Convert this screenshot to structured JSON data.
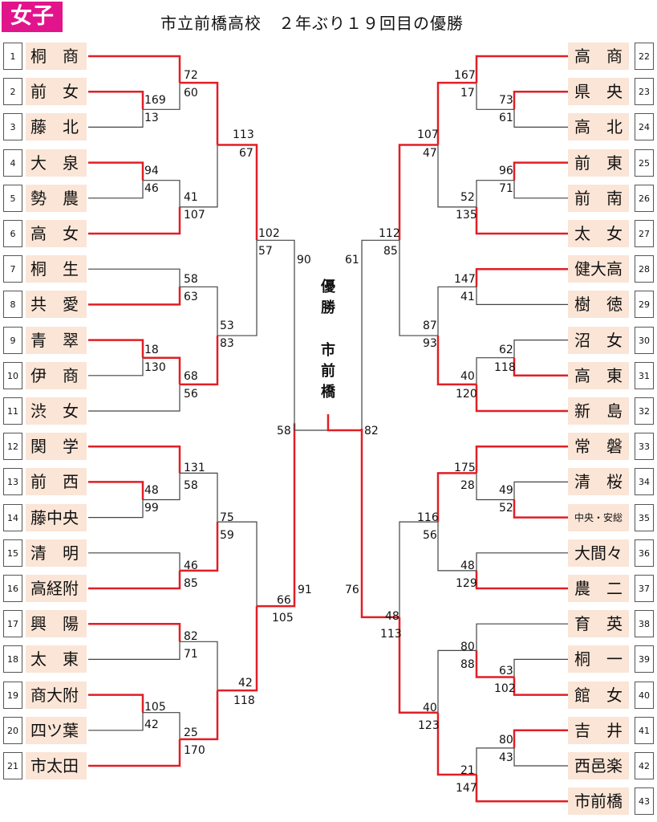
{
  "header": {
    "badge": "女子",
    "title": "市立前橋高校　２年ぶり１９回目の優勝"
  },
  "champion": {
    "heading": [
      "優",
      "勝"
    ],
    "name": [
      "市",
      "前",
      "橋"
    ]
  },
  "colors": {
    "winner_line": "#e01f25",
    "loser_line": "#444444",
    "team_bg": "#fbe5d6",
    "badge_bg": "#e2148c"
  },
  "teams_left": [
    {
      "no": "1",
      "name": "桐　商"
    },
    {
      "no": "2",
      "name": "前　女"
    },
    {
      "no": "3",
      "name": "藤　北"
    },
    {
      "no": "4",
      "name": "大　泉"
    },
    {
      "no": "5",
      "name": "勢　農"
    },
    {
      "no": "6",
      "name": "高　女"
    },
    {
      "no": "7",
      "name": "桐　生"
    },
    {
      "no": "8",
      "name": "共　愛"
    },
    {
      "no": "9",
      "name": "青　翠"
    },
    {
      "no": "10",
      "name": "伊　商"
    },
    {
      "no": "11",
      "name": "渋　女"
    },
    {
      "no": "12",
      "name": "関　学"
    },
    {
      "no": "13",
      "name": "前　西"
    },
    {
      "no": "14",
      "name": "藤中央"
    },
    {
      "no": "15",
      "name": "清　明"
    },
    {
      "no": "16",
      "name": "高経附"
    },
    {
      "no": "17",
      "name": "興　陽"
    },
    {
      "no": "18",
      "name": "太　東"
    },
    {
      "no": "19",
      "name": "商大附"
    },
    {
      "no": "20",
      "name": "四ツ葉"
    },
    {
      "no": "21",
      "name": "市太田"
    }
  ],
  "teams_right": [
    {
      "no": "22",
      "name": "高　商"
    },
    {
      "no": "23",
      "name": "県　央"
    },
    {
      "no": "24",
      "name": "高　北"
    },
    {
      "no": "25",
      "name": "前　東"
    },
    {
      "no": "26",
      "name": "前　南"
    },
    {
      "no": "27",
      "name": "太　女"
    },
    {
      "no": "28",
      "name": "健大高"
    },
    {
      "no": "29",
      "name": "樹　徳"
    },
    {
      "no": "30",
      "name": "沼　女"
    },
    {
      "no": "31",
      "name": "高　東"
    },
    {
      "no": "32",
      "name": "新　島"
    },
    {
      "no": "33",
      "name": "常　磐"
    },
    {
      "no": "34",
      "name": "清　桜"
    },
    {
      "no": "35",
      "name": "中央・安総"
    },
    {
      "no": "36",
      "name": "大間々"
    },
    {
      "no": "37",
      "name": "農　二"
    },
    {
      "no": "38",
      "name": "育　英"
    },
    {
      "no": "39",
      "name": "桐　一"
    },
    {
      "no": "40",
      "name": "館　女"
    },
    {
      "no": "41",
      "name": "吉　井"
    },
    {
      "no": "42",
      "name": "西邑楽"
    },
    {
      "no": "43",
      "name": "市前橋"
    }
  ],
  "scores": [
    "72",
    "60",
    "169",
    "13",
    "113",
    "67",
    "94",
    "46",
    "41",
    "107",
    "102",
    "57",
    "90",
    "58",
    "63",
    "53",
    "83",
    "18",
    "130",
    "68",
    "56",
    "131",
    "58",
    "48",
    "99",
    "75",
    "59",
    "46",
    "85",
    "66",
    "105",
    "91",
    "82",
    "71",
    "105",
    "42",
    "42",
    "118",
    "25",
    "170",
    "58",
    "167",
    "17",
    "73",
    "61",
    "107",
    "47",
    "96",
    "71",
    "52",
    "135",
    "112",
    "85",
    "61",
    "147",
    "41",
    "87",
    "93",
    "62",
    "118",
    "40",
    "120",
    "175",
    "28",
    "49",
    "52",
    "116",
    "56",
    "48",
    "129",
    "76",
    "48",
    "113",
    "80",
    "88",
    "63",
    "102",
    "40",
    "123",
    "80",
    "43",
    "21",
    "147",
    "82"
  ]
}
